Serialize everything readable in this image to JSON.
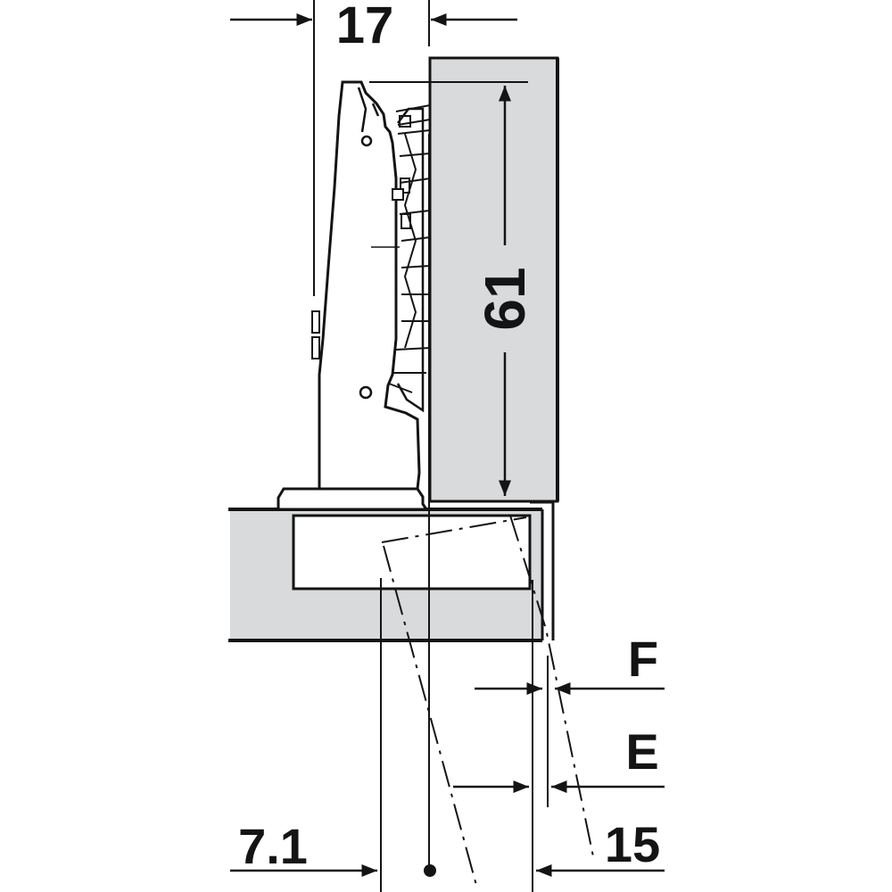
{
  "dimensions": {
    "top": "17",
    "height": "61",
    "F": "F",
    "E": "E",
    "bottom_left": "7.1",
    "bottom_right": "15"
  },
  "colors": {
    "line": "#141414",
    "panel_fill": "#d9dadc",
    "background": "#ffffff"
  }
}
